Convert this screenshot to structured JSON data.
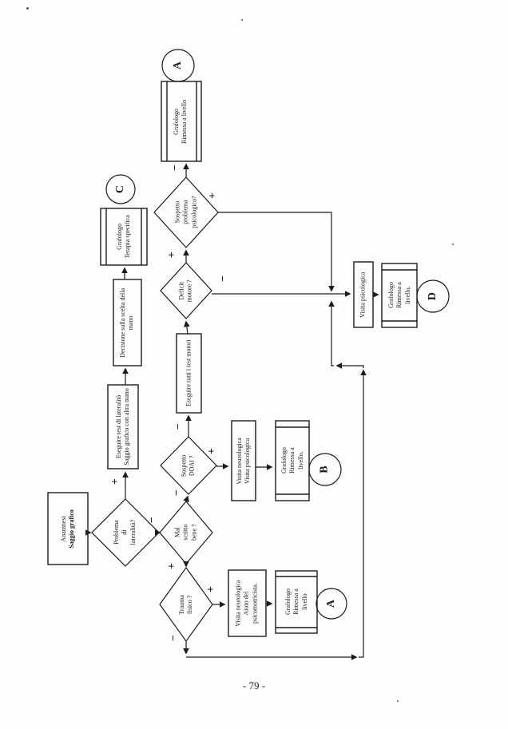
{
  "page": {
    "paper_color": "#fdfdfc",
    "ink_color": "#1f1f1f",
    "page_number": "- 79 -"
  },
  "flowchart": {
    "nodes": {
      "anamnesi": {
        "line1": "Anamnesi",
        "line2": "Saggio grafico"
      },
      "problema_lateralita": {
        "label": "Problema\ndi\nlateralità?"
      },
      "eseguire_test": {
        "label": "Eseguire test di lateralità\nSaggio grafico con altra mano"
      },
      "decisione_mano": {
        "label": "Decisione sulla scelta della\nmano"
      },
      "terapia_specifica": {
        "label": "Grafologo\nTerapia specifica"
      },
      "mal_scritto": {
        "label": "Mal\nscritto\nbene ?"
      },
      "sospetto_ddai": {
        "label": "Sospetto\nDDAI ?"
      },
      "test_motori": {
        "label": "Eseguire tutti i test motori"
      },
      "deficit_motore": {
        "label": "Deficit\nmotore ?"
      },
      "sospetto_psicologico": {
        "label": "Sospetto\nproblema\npsicologico?"
      },
      "rimessa_a_top": {
        "label": "Grafologo\nRimessa a livello"
      },
      "trauma_fisico": {
        "label": "Trauma\nfisico ?"
      },
      "visita_neuro_aiuto": {
        "label": "Visita neurologica\nAiuto del\npsicomotricista."
      },
      "rimessa_a_bottom": {
        "label": "Grafologo\nRimessa a\nlivello"
      },
      "visita_neuro_psico": {
        "label": "Visita neurologica\nVisita psicologica"
      },
      "rimessa_b": {
        "label": "Grafologo\nRimessa a\nlivello."
      },
      "visita_psicologica": {
        "label": "Visita psicologica"
      },
      "rimessa_d": {
        "label": "Grafologo\nRimessa a\nlivello."
      }
    },
    "signs": {
      "problema_plus": "+",
      "problema_minus": "−",
      "mal_minus": "−",
      "mal_plus": "+",
      "ddai_minus": "−",
      "ddai_plus": "+",
      "deficit_plus": "+",
      "deficit_minus": "−",
      "psico_minus": "−",
      "psico_plus": "+",
      "trauma_plus": "+",
      "trauma_minus": "−"
    },
    "offpage": {
      "a_top": "A",
      "c": "C",
      "b": "B",
      "d": "D",
      "a_bottom": "A"
    }
  }
}
